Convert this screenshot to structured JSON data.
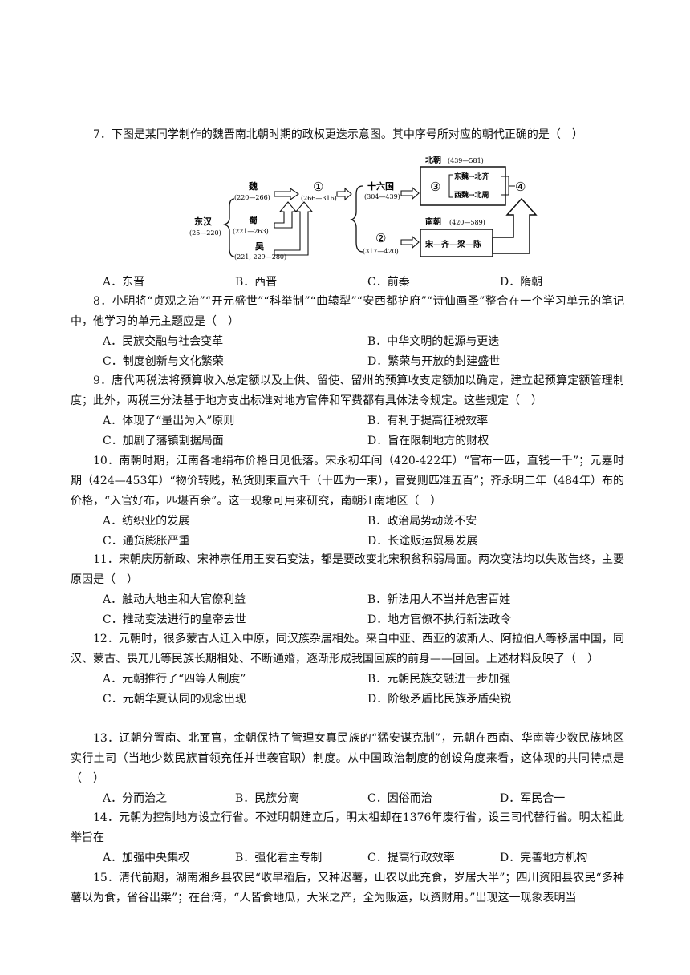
{
  "questions": [
    {
      "id": "q7",
      "stem": "7．下图是某同学制作的魏晋南北朝时期的政权更迭示意图。其中序号所对应的朝代正确的是（　）",
      "options": [
        "A．东晋",
        "B．西晋",
        "C．前秦",
        "D．隋朝"
      ]
    },
    {
      "id": "q8",
      "stem": "8．小明将“贞观之治”“开元盛世”“科举制”“曲辕犁”“安西都护府”“诗仙画圣”整合在一个学习单元的笔记中，他学习的单元主题应是（　）",
      "options": [
        "A．民族交融与社会变革",
        "B．中华文明的起源与更迭",
        "C．制度创新与文化繁荣",
        "D．繁荣与开放的封建盛世"
      ]
    },
    {
      "id": "q9",
      "stem": "9．唐代两税法将预算收入总定额以及上供、留使、留州的预算收支定额加以确定，建立起预算定额管理制度；此外，两税三分法基于地方支出标准对地方官俸和军费都有具体法令规定。这些规定（　）",
      "options": [
        "A．体现了“量出为入”原则",
        "B．有利于提高征税效率",
        "C．加剧了藩镇割据局面",
        "D．旨在限制地方的财权"
      ]
    },
    {
      "id": "q10",
      "stem": "10．南朝时期，江南各地绢布价格日见低落。宋永初年间（420-422年）“官布一匹，直钱一千”；元嘉时期（424—453年）“物价转贱，私货则束直六千（十匹为一束），官受则匹准五百”；齐永明二年（484年）布的价格，“入官好布，匹堪百余”。这一现象可用来研究，南朝江南地区（　）",
      "options": [
        "A．纺织业的发展",
        "B．政治局势动荡不安",
        "C．通货膨胀严重",
        "D．长途贩运贸易发展"
      ]
    },
    {
      "id": "q11",
      "stem": "11．宋朝庆历新政、宋神宗任用王安石变法，都是要改变北宋积贫积弱局面。两次变法均以失败告终，主要原因是（　）",
      "options": [
        "A．触动大地主和大官僚利益",
        "B．新法用人不当并危害百姓",
        "C．推动变法进行的皇帝去世",
        "D．地方官僚不执行新法政令"
      ]
    },
    {
      "id": "q12",
      "stem": "12．元朝时，很多蒙古人迁入中原，同汉族杂居相处。来自中亚、西亚的波斯人、阿拉伯人等移居中国，同汉、蒙古、畏兀儿等民族长期相处、不断通婚，逐渐形成我国回族的前身——回回。上述材料反映了（　）",
      "options": [
        "A．元朝推行了“四等人制度”",
        "B．元朝民族交融进一步加强",
        "C．元朝华夏认同的观念出现",
        "D．阶级矛盾比民族矛盾尖锐"
      ]
    },
    {
      "id": "q13",
      "stem": "13．辽朝分置南、北面官，金朝保持了管理女真民族的“猛安谋克制”，元朝在西南、华南等少数民族地区实行土司（当地少数民族首领充任并世袭官职）制度。从中国政治制度的创设角度来看，这体现的共同特点是（　）",
      "options": [
        "A．分而治之",
        "B．民族分离",
        "C．因俗而治",
        "D．军民合一"
      ]
    },
    {
      "id": "q14",
      "stem": "14．元朝为控制地方设立行省。不过明朝建立后，明太祖却在1376年废行省，设三司代替行省。明太祖此举旨在",
      "options": [
        "A．加强中央集权",
        "B．强化君主专制",
        "C．提高行政效率",
        "D．完善地方机构"
      ]
    },
    {
      "id": "q15",
      "stem": "15．清代前期，湖南湘乡县农民“收早稻后，又种迟薯，山农以此充食，岁居大半”；四川资阳县农民“多种薯以为食，省谷出粜”；在台湾，“人皆食地瓜，大米之产，全为贩运，以资财用。”出现这一现象表明当",
      "options": []
    }
  ],
  "diagram": {
    "donghan": "东汉",
    "donghan_years": "(25—220)",
    "wei": "魏",
    "wei_years": "(220—266)",
    "shu": "蜀",
    "shu_years": "(221—263)",
    "wu": "吴",
    "wu_years": "(221, 229—280)",
    "n1": "①",
    "n1_years": "(266—316)",
    "shiliuguo": "十六国",
    "shiliuguo_years": "(304—439)",
    "n2": "②",
    "n2_years": "(317—420)",
    "beichao": "北朝",
    "beichao_years": "(439—581)",
    "n3": "③",
    "dongwei_beiqi": "东魏→北齐",
    "xiwei_beizhou": "西魏→北周",
    "n4": "④",
    "nanchao": "南朝",
    "nanchao_years": "(420—589)",
    "nanchao_seq": "宋—齐—梁—陈"
  }
}
